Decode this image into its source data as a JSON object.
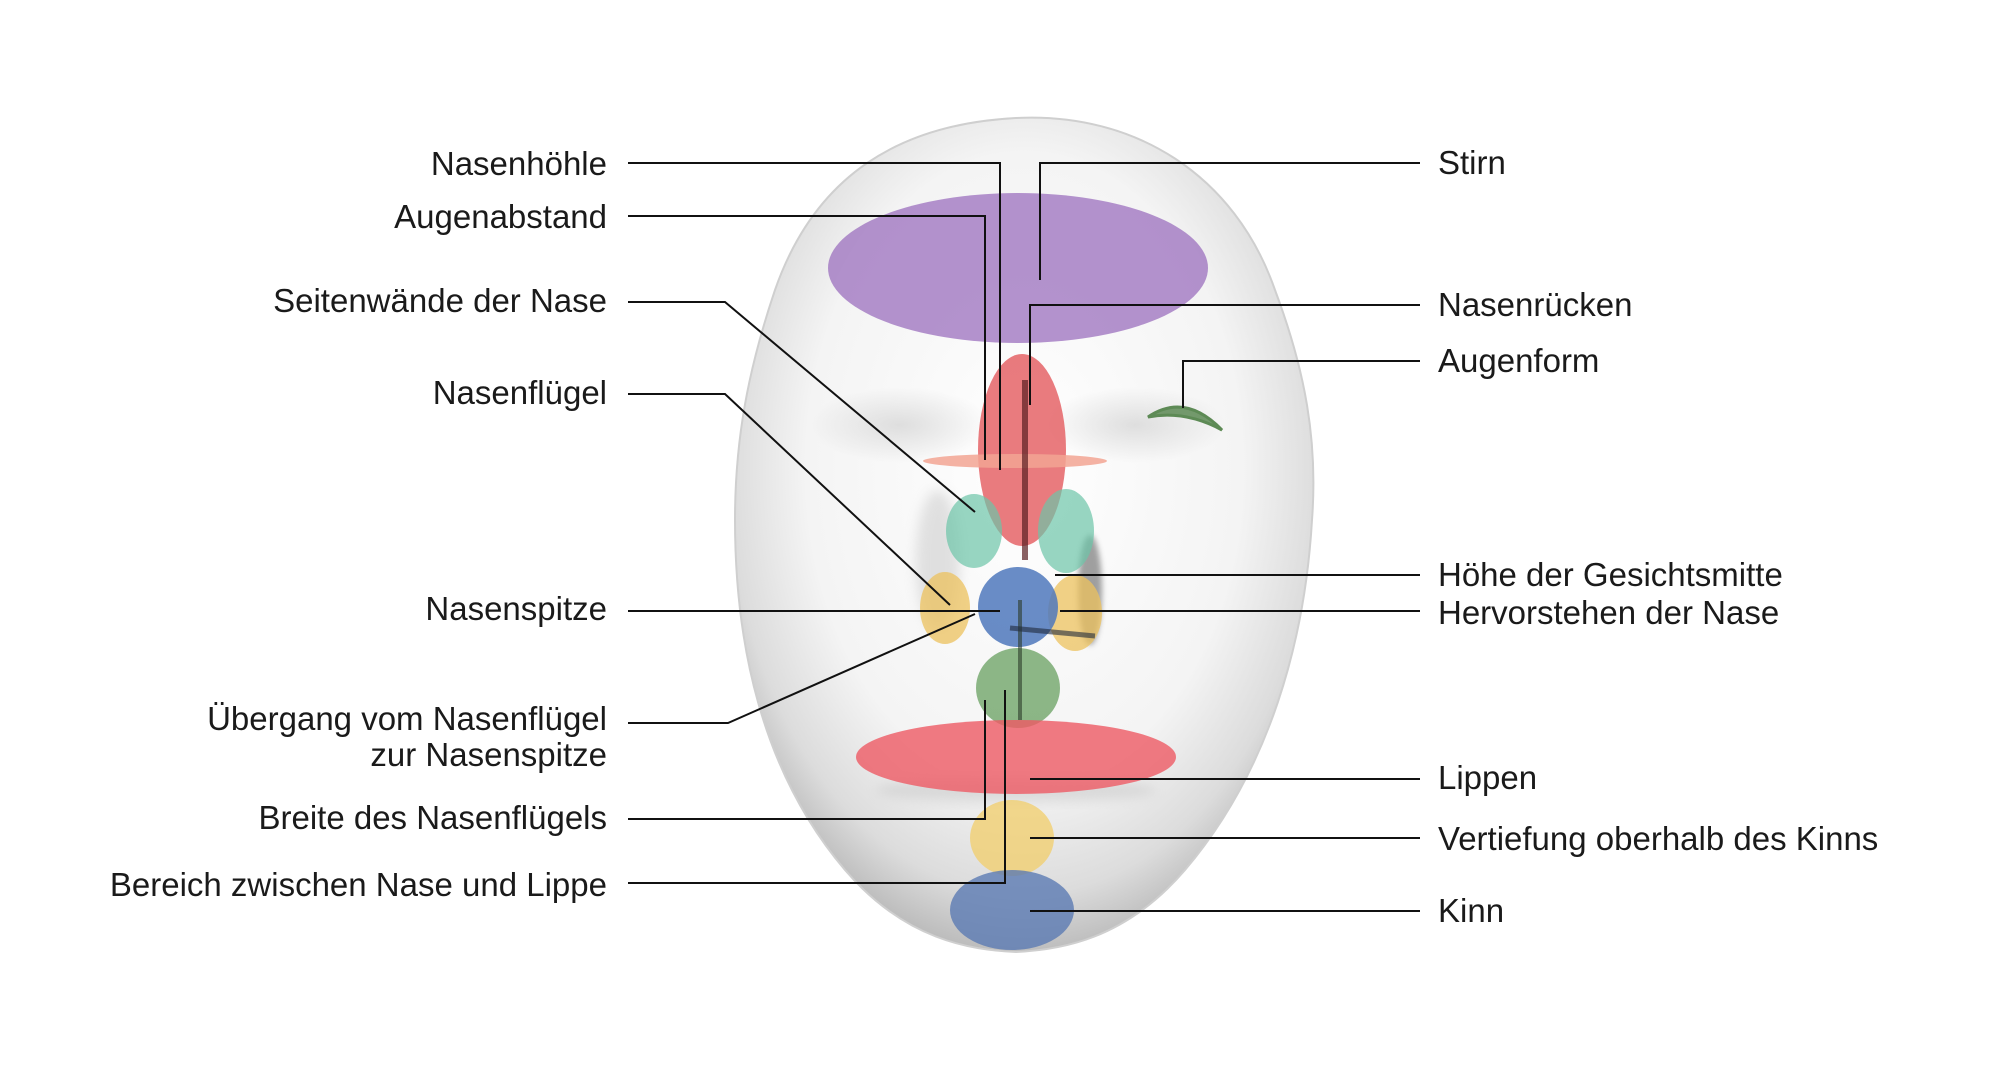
{
  "diagram": {
    "left_labels": {
      "nasenhoehle": "Nasenhöhle",
      "augenabstand": "Augenabstand",
      "seitenwaende": "Seitenwände der Nase",
      "nasenfluegel": "Nasenflügel",
      "nasenspitze": "Nasenspitze",
      "uebergang_line1": "Übergang vom Nasenflügel",
      "uebergang_line2": "zur Nasenspitze",
      "breite": "Breite des Nasenflügels",
      "bereich": "Bereich zwischen Nase und Lippe"
    },
    "right_labels": {
      "stirn": "Stirn",
      "nasenruecken": "Nasenrücken",
      "augenform": "Augenform",
      "hoehe": "Höhe der Gesichtsmitte",
      "hervorstehen": "Hervorstehen der Nase",
      "lippen": "Lippen",
      "vertiefung": "Vertiefung oberhalb des Kinns",
      "kinn": "Kinn"
    }
  },
  "region_colors": {
    "forehead": "#9b6fbd",
    "nose_bridge": "#e35a5e",
    "eye_line": "#f2a493",
    "nose_sidewalls": "#6cc4a8",
    "alae": "#ecc25e",
    "nose_tip": "#4f78bc",
    "philtrum": "#5e9a55",
    "lips": "#ee5a64",
    "chin_crease": "#f2cd6a",
    "chin": "#5b7bb3",
    "eye_shape": "#5d8a55"
  }
}
